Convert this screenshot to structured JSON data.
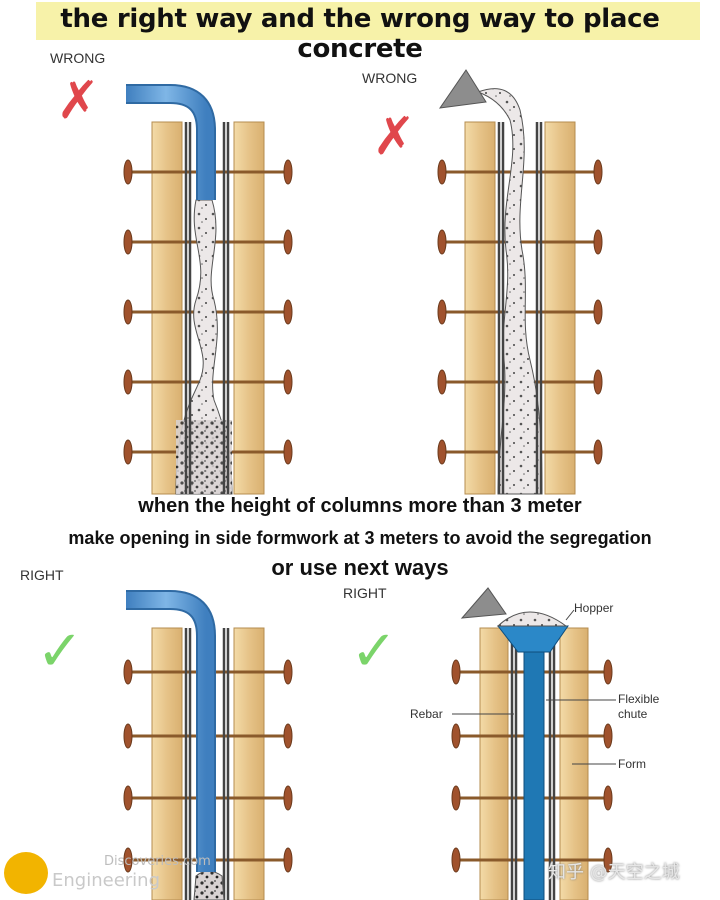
{
  "title": "the right way and the wrong way to place concrete",
  "panels": {
    "top_left_label": "WRONG",
    "top_right_label": "WRONG",
    "bottom_left_label": "RIGHT",
    "bottom_right_label": "RIGHT"
  },
  "marks": {
    "wrong": "✗",
    "right": "✓"
  },
  "notes": {
    "line1": "when the height of columns more than 3 meter",
    "line2": "make opening in side formwork at 3 meters to avoid the segregation",
    "line3": "or use next ways"
  },
  "callouts": {
    "hopper": "Hopper",
    "flexible_chute_1": "Flexible",
    "flexible_chute_2": "chute",
    "rebar": "Rebar",
    "form": "Form"
  },
  "watermarks": {
    "brand_top": "Discoveries.com",
    "brand_bottom": "Engineering",
    "zhihu": "知乎 @天空之城"
  },
  "colors": {
    "title_highlight": "#f7f2a9",
    "wrong_mark": "#e0474c",
    "right_mark": "#7bd46a",
    "wood": "#e9c98f",
    "hose": "#5a9bd5",
    "chute": "#1f78b4",
    "concrete": "#e8e4e4"
  }
}
